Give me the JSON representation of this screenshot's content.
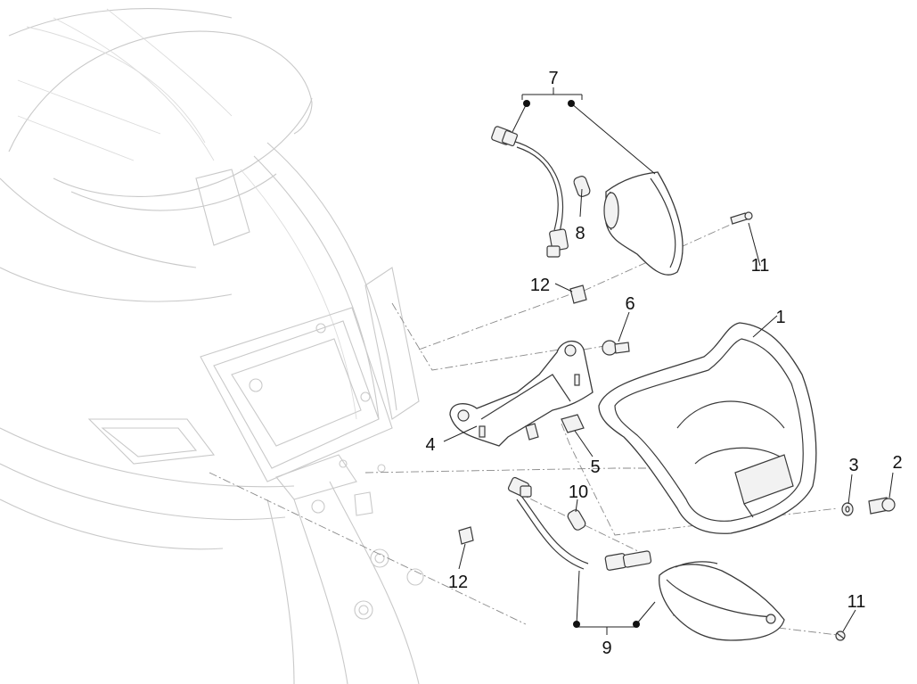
{
  "callouts": {
    "c1": "1",
    "c2": "2",
    "c3": "3",
    "c4": "4",
    "c5": "5",
    "c6": "6",
    "c7": "7",
    "c8": "8",
    "c9": "9",
    "c10": "10",
    "c11a": "11",
    "c11b": "11",
    "c12a": "12",
    "c12b": "12"
  }
}
